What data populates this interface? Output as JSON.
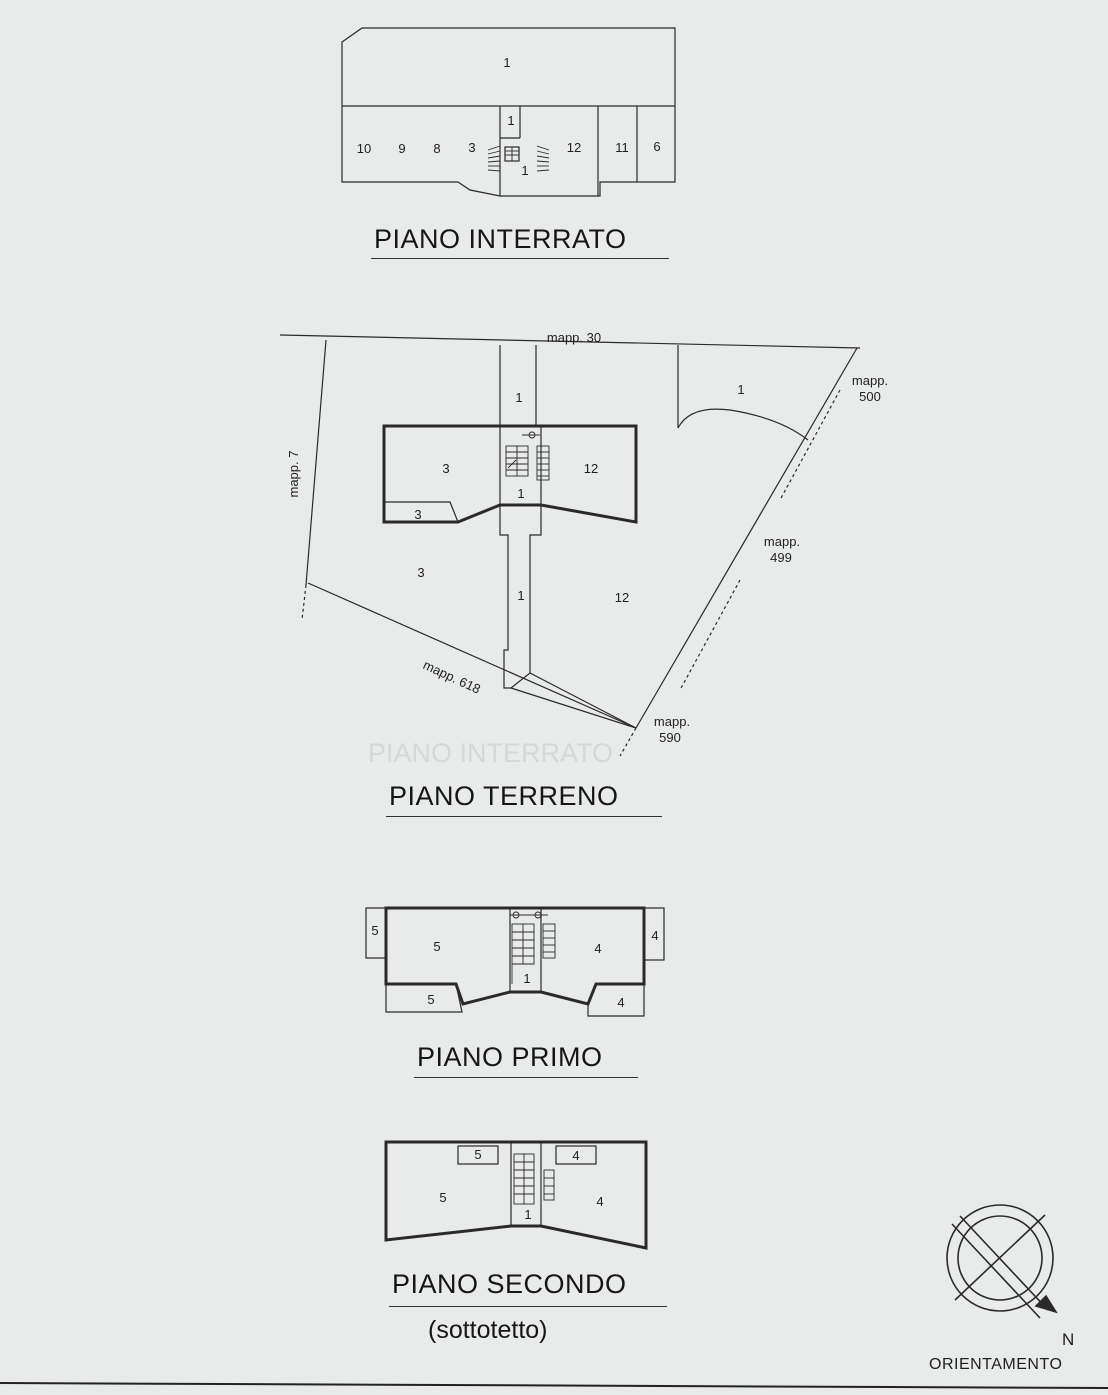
{
  "floors": {
    "interrato": {
      "title": "PIANO INTERRATO",
      "labels": [
        "1",
        "10",
        "9",
        "8",
        "3",
        "1",
        "12",
        "11",
        "6",
        "1"
      ]
    },
    "terreno": {
      "title": "PIANO TERRENO",
      "labels": [
        "1",
        "1",
        "3",
        "12",
        "1",
        "3",
        "3",
        "1",
        "12"
      ],
      "parcels": {
        "north": "mapp. 30",
        "west": "mapp. 7",
        "northeast": [
          "mapp.",
          "500"
        ],
        "east": [
          "mapp.",
          "499"
        ],
        "southwest": "mapp. 618",
        "southeast": [
          "mapp.",
          "590"
        ]
      },
      "ghost_text": "PIANO INTERRATO"
    },
    "primo": {
      "title": "PIANO PRIMO",
      "labels": [
        "5",
        "5",
        "4",
        "4",
        "1",
        "5",
        "4"
      ]
    },
    "secondo": {
      "title": "PIANO SECONDO",
      "subtitle": "(sottotetto)",
      "labels": [
        "5",
        "4",
        "5",
        "4",
        "1"
      ]
    }
  },
  "orientation": {
    "north_letter": "N",
    "caption": "ORIENTAMENTO"
  }
}
